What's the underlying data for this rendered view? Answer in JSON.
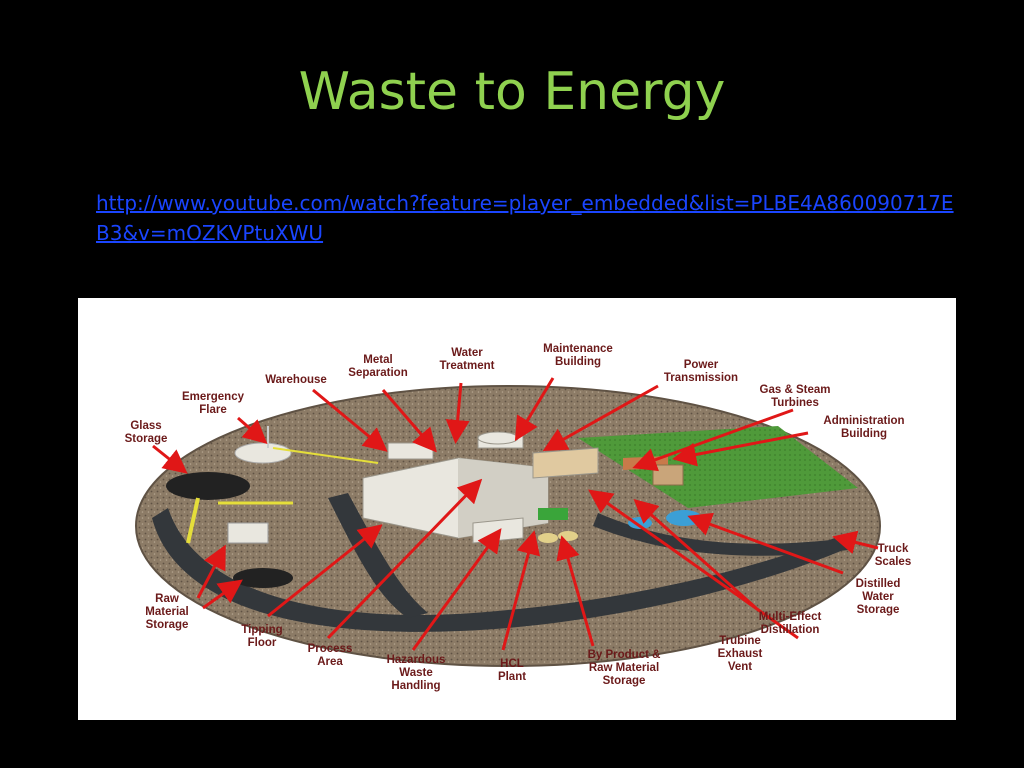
{
  "slide": {
    "title": "Waste to Energy",
    "link_text": "http://www.youtube.com/watch?feature=player_embedded&list=PLBE4A860090717EB3&v=mOZKVPtuXWU"
  },
  "diagram": {
    "labels": {
      "metal_separation": [
        "Metal",
        "Separation"
      ],
      "water_treatment": [
        "Water",
        "Treatment"
      ],
      "maintenance_building": [
        "Maintenance",
        "Building"
      ],
      "power_transmission": [
        "Power",
        "Transmission"
      ],
      "warehouse": [
        "Warehouse"
      ],
      "emergency_flare": [
        "Emergency",
        "Flare"
      ],
      "gas_steam_turbines": [
        "Gas & Steam",
        "Turbines"
      ],
      "administration_building": [
        "Administration",
        "Building"
      ],
      "glass_storage": [
        "Glass",
        "Storage"
      ],
      "truck_scales": [
        "Truck",
        "Scales"
      ],
      "distilled_water_storage": [
        "Distilled",
        "Water",
        "Storage"
      ],
      "raw_material_storage": [
        "Raw",
        "Material",
        "Storage"
      ],
      "multi_effect_distillation": [
        "Multi-Effect",
        "Distillation"
      ],
      "tipping_floor": [
        "Tipping",
        "Floor"
      ],
      "process_area": [
        "Process",
        "Area"
      ],
      "hazardous_waste_handling": [
        "Hazardous",
        "Waste",
        "Handling"
      ],
      "hcl_plant": [
        "HCL",
        "Plant"
      ],
      "by_product_storage": [
        "By Product &",
        "Raw Material",
        "Storage"
      ],
      "trubine_exhaust_vent": [
        "Trubine",
        "Exhaust",
        "Vent"
      ]
    },
    "colors": {
      "ground": "#8c7b66",
      "road": "#33373b",
      "lawn": "#4f9a3a",
      "building": "#e9e7df",
      "arrow": "#e01717",
      "label": "#6b1a1a"
    }
  }
}
